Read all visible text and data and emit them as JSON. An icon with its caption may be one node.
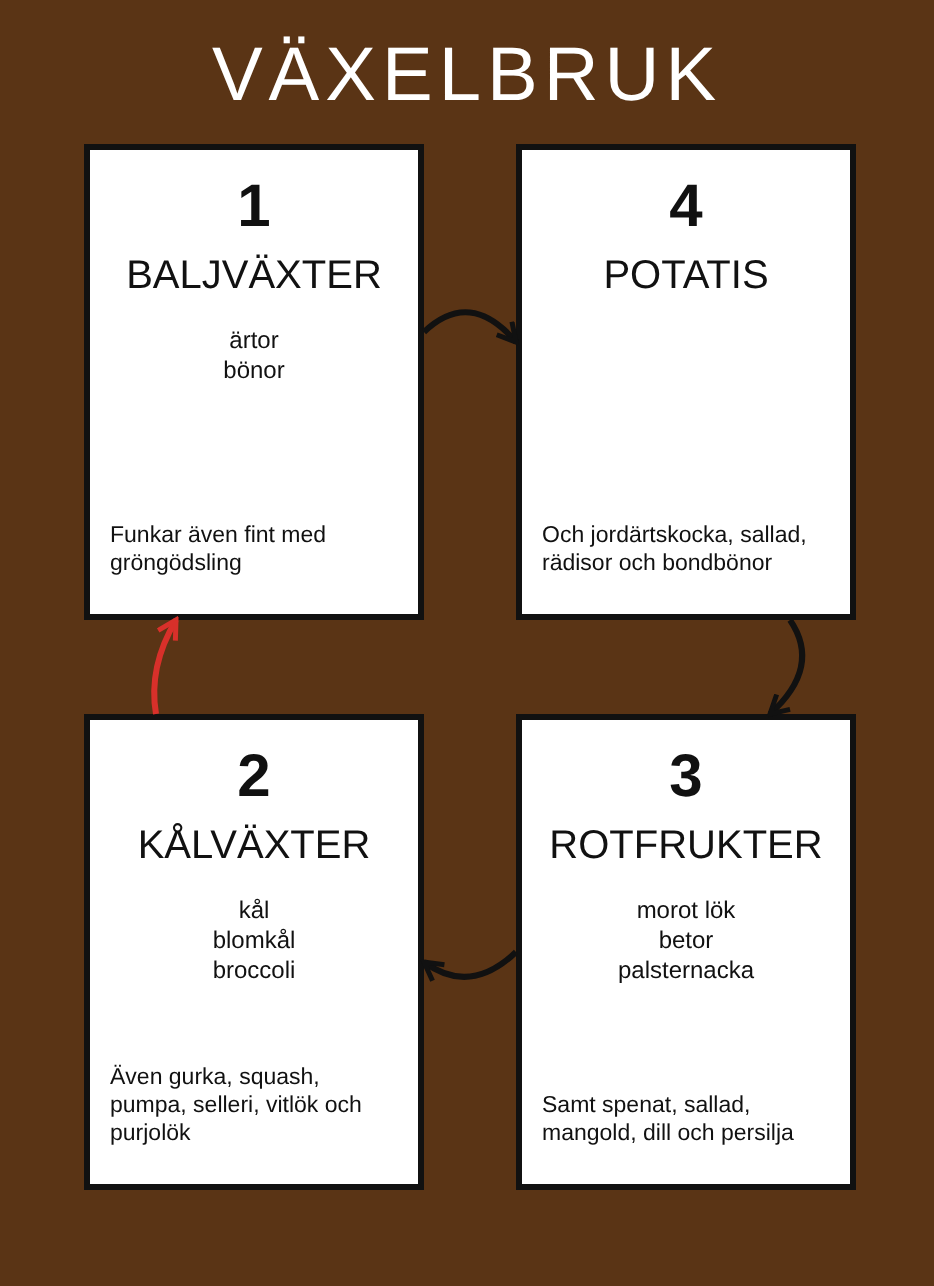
{
  "diagram": {
    "title": "VÄXELBRUK",
    "nodes": [
      {
        "text": [
          "1",
          "BALJVÄXTER",
          "ärtor bönor",
          "Funkar även fint med gröngödsling"
        ]
      },
      {
        "text": [
          "4",
          "POTATIS",
          "Och jordärtskocka, sallad, rädisor och bondbönor"
        ]
      },
      {
        "text": [
          "2",
          "KÅLVÄXTER",
          "kål blomkål broccoli",
          "Även gurka, squash, pumpa, selleri, vitlök och purjolök"
        ]
      },
      {
        "text": [
          "3",
          "ROTFRUKTER",
          "morot lök betor palsternacka",
          "Samt spenat, sallad, mangold, dill och persilja"
        ]
      }
    ],
    "edges": [
      {
        "from": 0,
        "to": 1,
        "arrow": "to"
      },
      {
        "from": 1,
        "to": 3,
        "arrow": "to"
      },
      {
        "from": 3,
        "to": 2,
        "arrow": "to"
      },
      {
        "from": 2,
        "to": 0,
        "arrow": "to",
        "color": "#d8302a"
      }
    ]
  }
}
